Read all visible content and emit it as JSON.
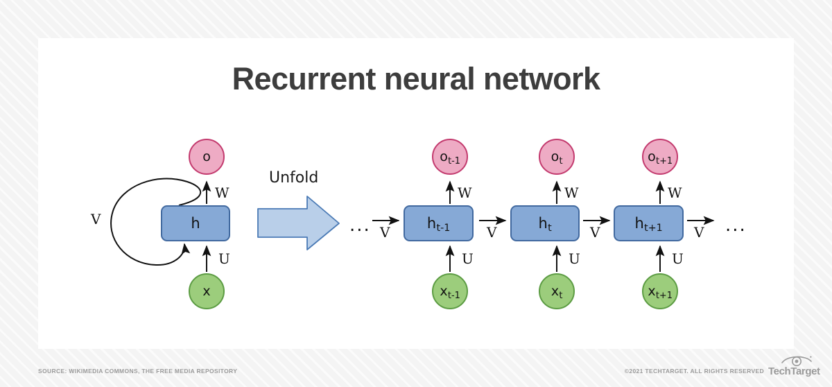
{
  "page": {
    "title": "Recurrent neural network",
    "background_color": "#f4f4f4",
    "card_color": "#ffffff"
  },
  "palette": {
    "output_fill": "#eeabc4",
    "output_stroke": "#c33a6e",
    "hidden_fill": "#86a9d6",
    "hidden_stroke": "#41699f",
    "input_fill": "#9ccd7c",
    "input_stroke": "#5c9c43",
    "unfold_arrow_fill": "#b9cfe9",
    "unfold_arrow_stroke": "#4a7ab5",
    "line_color": "#111111",
    "title_color": "#3d3d3d",
    "footer_color": "#9a9a9a"
  },
  "folded": {
    "output_label": "o",
    "hidden_label": "h",
    "input_label": "x",
    "weight_output": "W",
    "weight_input": "U",
    "weight_recurrent": "V"
  },
  "unfold": {
    "label": "Unfold",
    "arrow_icon": "right-block-arrow"
  },
  "ellipsis": {
    "left": "...",
    "right": "..."
  },
  "unfolded": {
    "steps": [
      {
        "output_label": "o",
        "output_sub": "t-1",
        "hidden_label": "h",
        "hidden_sub": "t-1",
        "input_label": "x",
        "input_sub": "t-1",
        "weight_output": "W",
        "weight_input": "U",
        "weight_in_recurrent": "V",
        "weight_out_recurrent": "V"
      },
      {
        "output_label": "o",
        "output_sub": "t",
        "hidden_label": "h",
        "hidden_sub": "t",
        "input_label": "x",
        "input_sub": "t",
        "weight_output": "W",
        "weight_input": "U",
        "weight_out_recurrent": "V"
      },
      {
        "output_label": "o",
        "output_sub": "t+1",
        "hidden_label": "h",
        "hidden_sub": "t+1",
        "input_label": "x",
        "input_sub": "t+1",
        "weight_output": "W",
        "weight_input": "U",
        "weight_out_recurrent": "V"
      }
    ]
  },
  "footer": {
    "source": "SOURCE: WIKIMEDIA COMMONS, THE FREE MEDIA REPOSITORY",
    "copyright": "©2021  TECHTARGET. ALL RIGHTS RESERVED",
    "logo_word": "TechTarget",
    "logo_icon": "eye-icon"
  }
}
